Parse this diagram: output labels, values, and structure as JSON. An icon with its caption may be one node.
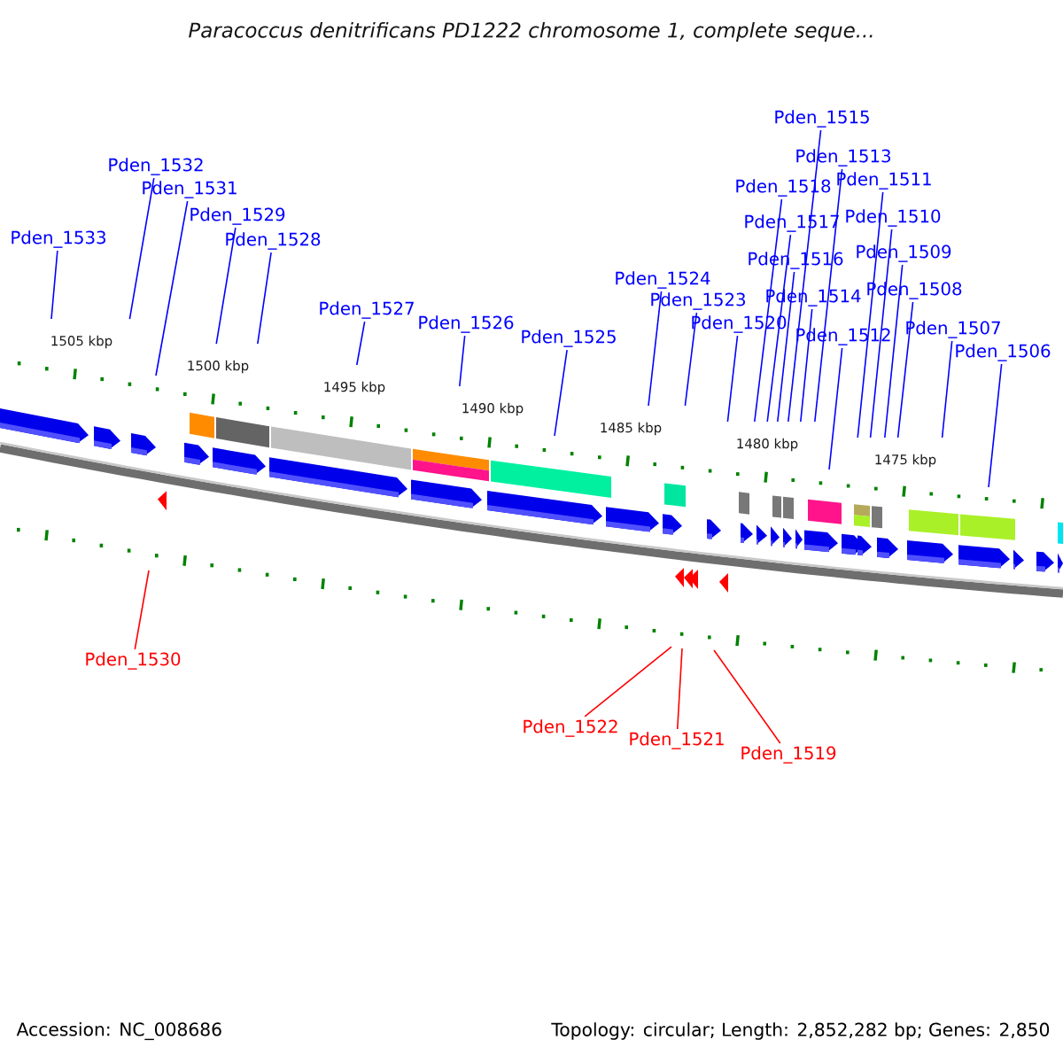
{
  "diagram": {
    "title": "Paracoccus denitrificans PD1222 chromosome 1, complete seque...",
    "nodes": [
      {
        "text": [
          "Pden_1515"
        ]
      },
      {
        "text": [
          "Pden_1513"
        ]
      },
      {
        "text": [
          "Pden_1532"
        ]
      },
      {
        "text": [
          "Pden_1511"
        ]
      },
      {
        "text": [
          "Pden_1518"
        ]
      },
      {
        "text": [
          "Pden_1531"
        ]
      },
      {
        "text": [
          "Pden_1529"
        ]
      },
      {
        "text": [
          "Pden_1517"
        ]
      },
      {
        "text": [
          "Pden_1510"
        ]
      },
      {
        "text": [
          "Pden_1533"
        ]
      },
      {
        "text": [
          "Pden_1528"
        ]
      },
      {
        "text": [
          "Pden_1516"
        ]
      },
      {
        "text": [
          "Pden_1509"
        ]
      },
      {
        "text": [
          "Pden_1524"
        ]
      },
      {
        "text": [
          "Pden_1514"
        ]
      },
      {
        "text": [
          "Pden_1508"
        ]
      },
      {
        "text": [
          "Pden_1523"
        ]
      },
      {
        "text": [
          "Pden_1527"
        ]
      },
      {
        "text": [
          "Pden_1526"
        ]
      },
      {
        "text": [
          "Pden_1520"
        ]
      },
      {
        "text": [
          "Pden_1507"
        ]
      },
      {
        "text": [
          "Pden_1512"
        ]
      },
      {
        "text": [
          "Pden_1525"
        ]
      },
      {
        "text": [
          "Pden_1506"
        ]
      },
      {
        "text": [
          "Pden_1530"
        ]
      },
      {
        "text": [
          "Pden_1522"
        ]
      },
      {
        "text": [
          "Pden_1521"
        ]
      },
      {
        "text": [
          "Pden_1519"
        ]
      }
    ],
    "edges": [
      {
        "from": 0,
        "to": null,
        "arrow": "none"
      },
      {
        "from": 1,
        "to": null,
        "arrow": "none"
      },
      {
        "from": 2,
        "to": null,
        "arrow": "none"
      },
      {
        "from": 3,
        "to": null,
        "arrow": "none"
      },
      {
        "from": 4,
        "to": null,
        "arrow": "none"
      },
      {
        "from": 5,
        "to": null,
        "arrow": "none"
      },
      {
        "from": 6,
        "to": null,
        "arrow": "none"
      },
      {
        "from": 7,
        "to": null,
        "arrow": "none"
      },
      {
        "from": 8,
        "to": null,
        "arrow": "none"
      },
      {
        "from": 9,
        "to": null,
        "arrow": "none"
      },
      {
        "from": 10,
        "to": null,
        "arrow": "none"
      },
      {
        "from": 11,
        "to": null,
        "arrow": "none"
      },
      {
        "from": 12,
        "to": null,
        "arrow": "none"
      },
      {
        "from": 13,
        "to": null,
        "arrow": "none"
      },
      {
        "from": 14,
        "to": null,
        "arrow": "none"
      },
      {
        "from": 15,
        "to": null,
        "arrow": "none"
      },
      {
        "from": 16,
        "to": null,
        "arrow": "none"
      },
      {
        "from": 17,
        "to": null,
        "arrow": "none"
      },
      {
        "from": 18,
        "to": null,
        "arrow": "none"
      },
      {
        "from": 19,
        "to": null,
        "arrow": "none"
      },
      {
        "from": 20,
        "to": null,
        "arrow": "none"
      },
      {
        "from": 21,
        "to": null,
        "arrow": "none"
      },
      {
        "from": 22,
        "to": null,
        "arrow": "none"
      },
      {
        "from": 23,
        "to": null,
        "arrow": "none"
      },
      {
        "from": 24,
        "to": null,
        "arrow": "none",
        "color": "#ff0000"
      },
      {
        "from": 25,
        "to": null,
        "arrow": "none",
        "color": "#ff0000"
      },
      {
        "from": 26,
        "to": null,
        "arrow": "none",
        "color": "#ff0000"
      },
      {
        "from": 27,
        "to": null,
        "arrow": "none",
        "color": "#ff0000"
      }
    ],
    "labels": [
      "1505 kbp",
      "1500 kbp",
      "1495 kbp",
      "1490 kbp",
      "1485 kbp",
      "1480 kbp",
      "1475 kbp",
      "Accession: NC_008686",
      "Topology: circular; Length: 2,852,282 bp; Genes: 2,850"
    ]
  }
}
